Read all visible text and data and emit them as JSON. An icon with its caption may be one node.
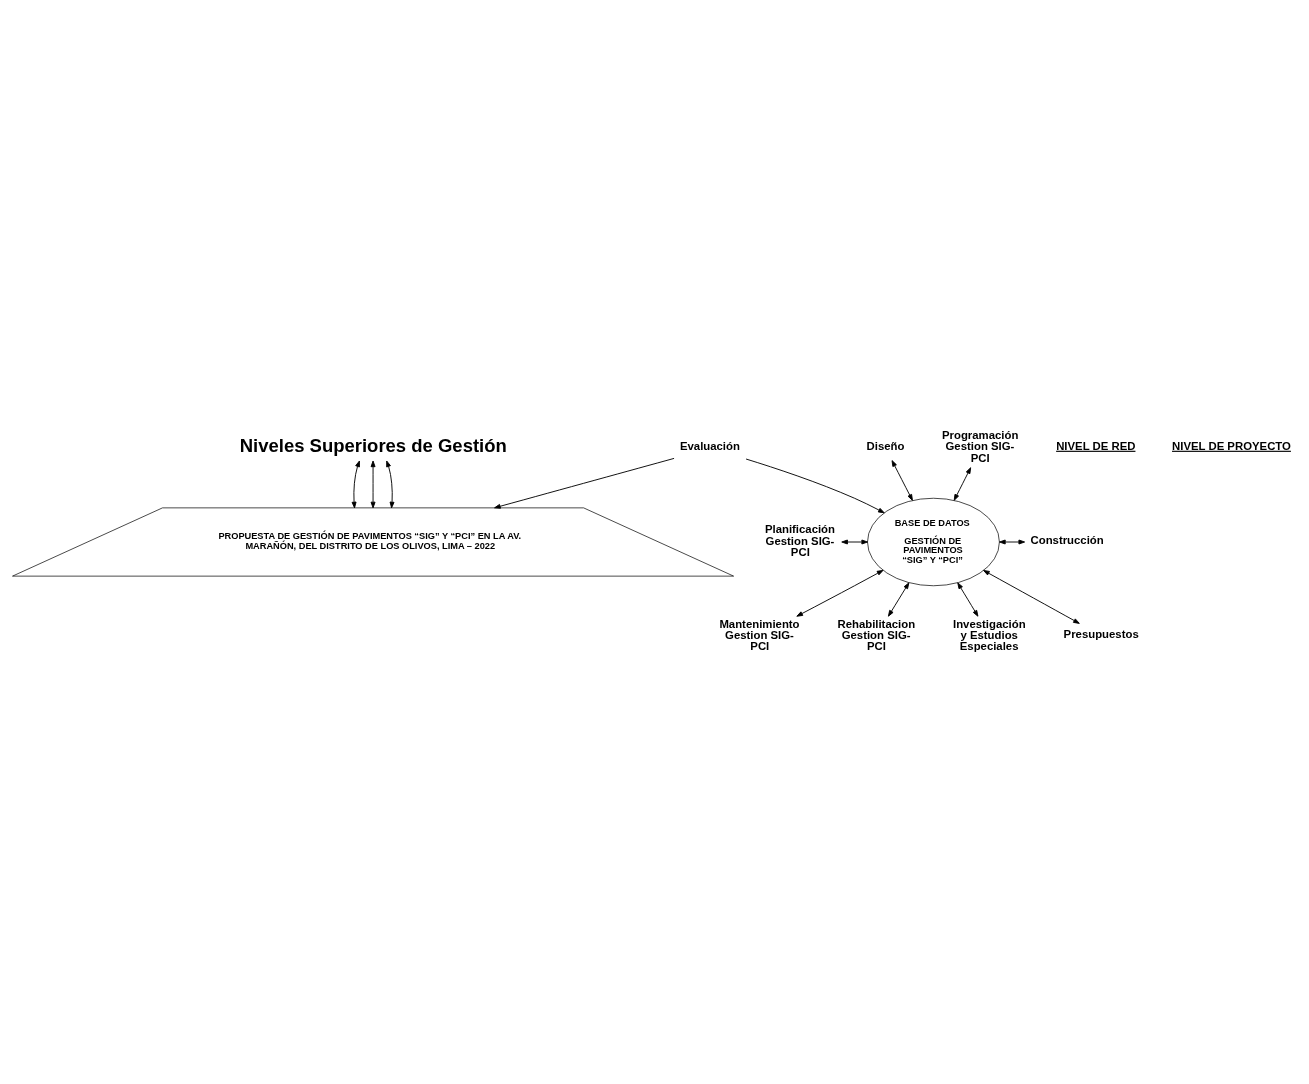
{
  "diagram": {
    "nodes": [
      {
        "text": [
          "Niveles Superiores de Gestión"
        ]
      },
      {
        "text": [
          "PROPUESTA DE GESTIÓN DE PAVIMENTOS “SIG” Y “PCI” EN LA AV. MARAÑÓN, DEL DISTRITO DE LOS OLIVOS, LIMA – 2022"
        ]
      },
      {
        "text": [
          "Evaluación"
        ]
      },
      {
        "text": [
          "BASE DE DATOS",
          "GESTIÓN DE PAVIMENTOS “SIG” Y “PCI”"
        ]
      },
      {
        "text": [
          "Programación Gestion SIG- PCI"
        ]
      },
      {
        "text": [
          "Planificación Gestion SIG- PCI"
        ]
      },
      {
        "text": [
          "Presupuestos"
        ]
      },
      {
        "text": [
          "Diseño"
        ]
      },
      {
        "text": [
          "Construcción"
        ]
      },
      {
        "text": [
          "Mantenimiento Gestion SIG- PCI"
        ]
      },
      {
        "text": [
          "Rehabilitacion Gestion SIG- PCI"
        ]
      },
      {
        "text": [
          "Investigación y Estudios Especiales"
        ]
      }
    ],
    "edges": [
      {
        "from": 0,
        "to": 1,
        "arrow": "both"
      },
      {
        "from": 0,
        "to": 1,
        "arrow": "both"
      },
      {
        "from": 0,
        "to": 1,
        "arrow": "both"
      },
      {
        "from": 2,
        "to": 1,
        "arrow": "to"
      },
      {
        "from": 2,
        "to": 3,
        "arrow": "to"
      },
      {
        "from": 4,
        "to": 3,
        "arrow": "both"
      },
      {
        "from": 5,
        "to": 3,
        "arrow": "both"
      },
      {
        "from": 6,
        "to": 3,
        "arrow": "both"
      },
      {
        "from": 3,
        "to": 7,
        "arrow": "both"
      },
      {
        "from": 3,
        "to": 8,
        "arrow": "both"
      },
      {
        "from": 3,
        "to": 9,
        "arrow": "both"
      },
      {
        "from": 3,
        "to": 10,
        "arrow": "both"
      },
      {
        "from": 3,
        "to": 11,
        "arrow": "both"
      }
    ],
    "labels": [
      "NIVEL DE RED",
      "NIVEL DE PROYECTO"
    ]
  }
}
